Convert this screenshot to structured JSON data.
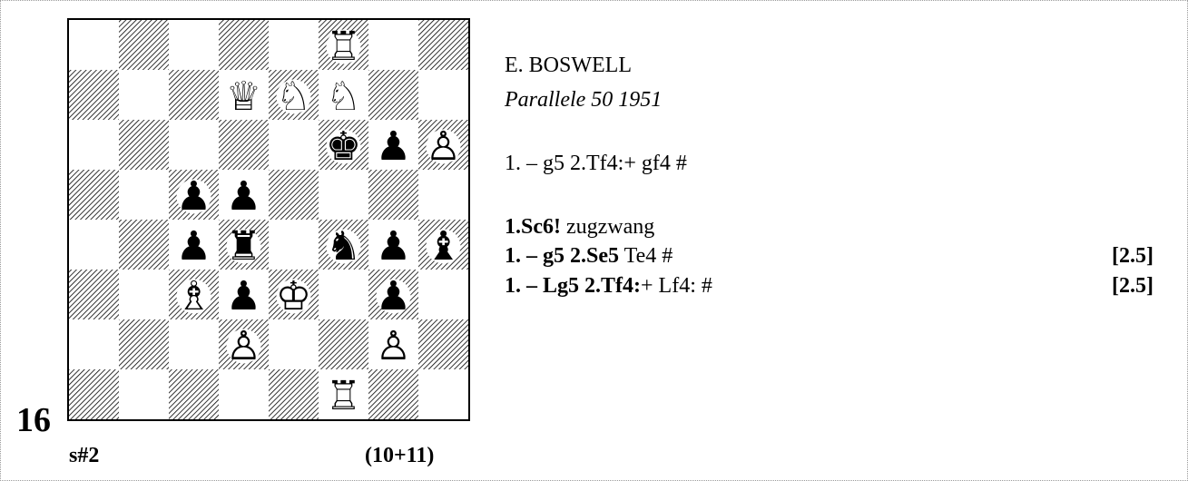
{
  "diagram": {
    "number": "16",
    "stipulation": "s#2",
    "piece_count": "(10+11)",
    "pieces": [
      {
        "square": "f8",
        "type": "rook",
        "color": "white"
      },
      {
        "square": "d7",
        "type": "queen",
        "color": "white"
      },
      {
        "square": "e7",
        "type": "knight",
        "color": "white"
      },
      {
        "square": "f7",
        "type": "knight",
        "color": "white"
      },
      {
        "square": "f6",
        "type": "king",
        "color": "black"
      },
      {
        "square": "g6",
        "type": "pawn",
        "color": "black"
      },
      {
        "square": "h6",
        "type": "pawn",
        "color": "white"
      },
      {
        "square": "c5",
        "type": "pawn",
        "color": "black"
      },
      {
        "square": "d5",
        "type": "pawn",
        "color": "black"
      },
      {
        "square": "c4",
        "type": "pawn",
        "color": "black"
      },
      {
        "square": "d4",
        "type": "rook",
        "color": "black"
      },
      {
        "square": "f4",
        "type": "knight",
        "color": "black"
      },
      {
        "square": "g4",
        "type": "pawn",
        "color": "black"
      },
      {
        "square": "h4",
        "type": "bishop",
        "color": "black"
      },
      {
        "square": "c3",
        "type": "bishop",
        "color": "white"
      },
      {
        "square": "d3",
        "type": "pawn",
        "color": "black"
      },
      {
        "square": "e3",
        "type": "king",
        "color": "white"
      },
      {
        "square": "g3",
        "type": "pawn",
        "color": "black"
      },
      {
        "square": "d2",
        "type": "pawn",
        "color": "white"
      },
      {
        "square": "g2",
        "type": "pawn",
        "color": "white"
      },
      {
        "square": "f1",
        "type": "rook",
        "color": "white"
      }
    ]
  },
  "problem": {
    "author": "E. BOSWELL",
    "source": "Parallele 50 1951",
    "set_play": "1. – g5 2.Tf4:+ gf4 #",
    "key_move": "1.Sc6!",
    "key_note": "zugzwang",
    "var1_bold": "1. – g5 2.Se5",
    "var1_rest": "Te4 #",
    "var1_points": "[2.5]",
    "var2_bold_a": "1. – Lg5 2.Tf4:",
    "var2_rest": "+ Lf4: #",
    "var2_points": "[2.5]"
  },
  "colors": {
    "piece_black": "#000000",
    "piece_white": "#ffffff",
    "hatch": "#000000"
  }
}
